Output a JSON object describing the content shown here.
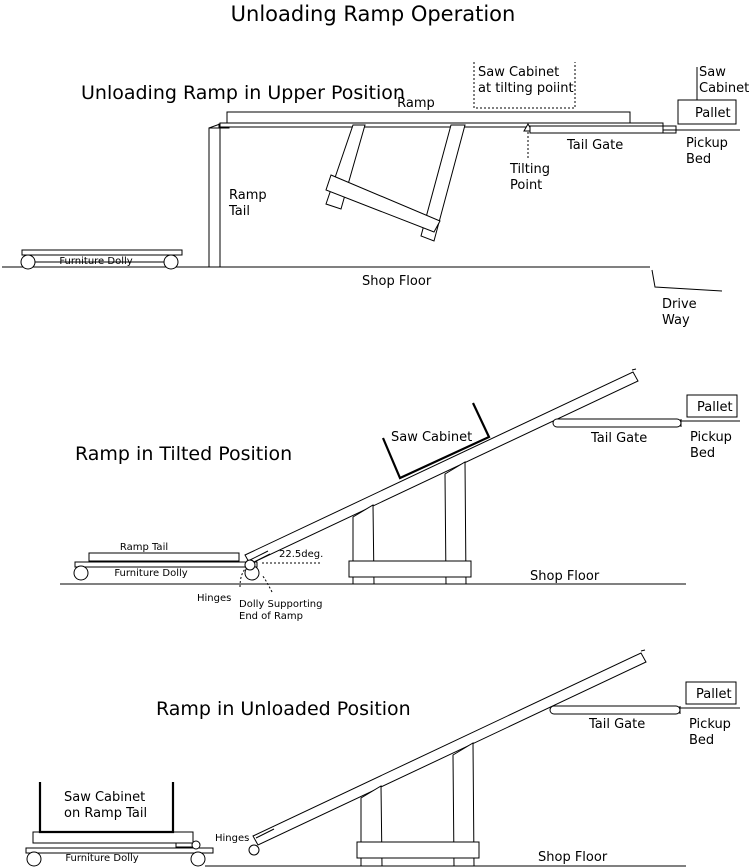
{
  "title": "Unloading Ramp Operation",
  "panel1": {
    "heading": "Unloading Ramp in Upper Position",
    "ramp": "Ramp",
    "saw_cabinet_line1": "Saw Cabinet",
    "saw_cabinet_line2": "at tilting poiint",
    "saw_line1": "Saw",
    "saw_line2": "Cabinet",
    "pallet": "Pallet",
    "tail_gate": "Tail Gate",
    "pickup_line1": "Pickup",
    "pickup_line2": "Bed",
    "tilting_line1": "Tilting",
    "tilting_line2": "Point",
    "ramp_tail_line1": "Ramp",
    "ramp_tail_line2": "Tail",
    "furniture_dolly": "Furniture Dolly",
    "shop_floor": "Shop Floor",
    "drive_line1": "Drive",
    "drive_line2": "Way"
  },
  "panel2": {
    "heading": "Ramp in Tilted Position",
    "saw_cabinet": "Saw Cabinet",
    "pallet": "Pallet",
    "tail_gate": "Tail Gate",
    "pickup_line1": "Pickup",
    "pickup_line2": "Bed",
    "ramp_tail": "Ramp Tail",
    "furniture_dolly": "Furniture Dolly",
    "angle": "22.5deg.",
    "shop_floor": "Shop Floor",
    "hinges": "Hinges",
    "dolly_line1": "Dolly Supporting",
    "dolly_line2": "End of Ramp"
  },
  "panel3": {
    "heading": "Ramp in Unloaded Position",
    "pallet": "Pallet",
    "tail_gate": "Tail Gate",
    "pickup_line1": "Pickup",
    "pickup_line2": "Bed",
    "saw_line1": "Saw Cabinet",
    "saw_line2": "on Ramp Tail",
    "hinges": "Hinges",
    "furniture_dolly": "Furniture Dolly",
    "shop_floor": "Shop Floor"
  }
}
